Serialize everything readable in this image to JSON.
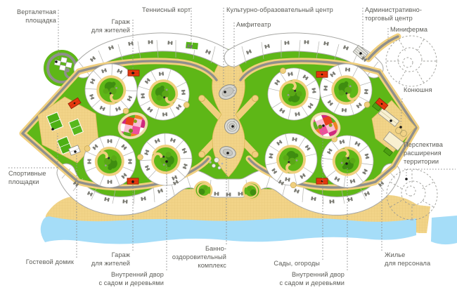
{
  "labels": {
    "helipad": {
      "text": "Верталетная\nплощадка"
    },
    "garage_top": {
      "text": "Гараж\nдля жителей"
    },
    "tennis": {
      "text": "Теннисный корт"
    },
    "culture": {
      "text": "Культурно-образовательный центр"
    },
    "amphitheater": {
      "text": "Амфитеатр"
    },
    "admin_center": {
      "text": "Административно-\nторговый центр"
    },
    "minifarm": {
      "text": "Миниферма"
    },
    "stable": {
      "text": "Конюшня"
    },
    "expansion": {
      "text": "Перспектива\nрасширения\nтерритории"
    },
    "sports": {
      "text": "Спортивные\nплощадки"
    },
    "guest_house": {
      "text": "Гостевой домик"
    },
    "garage_bottom": {
      "text": "Гараж\nдля жителей"
    },
    "courtyard_left": {
      "text": "Внутренний двор\nс садом и деревьями"
    },
    "bath_complex": {
      "text": "Банно-\nоздоровительный\nкомплекс"
    },
    "gardens": {
      "text": "Сады, огороды"
    },
    "courtyard_right": {
      "text": "Внутренний двор\nс садом и деревьями"
    },
    "staff_housing": {
      "text": "Жилье\nдля персонала"
    }
  },
  "palette": {
    "water": "#a5ddf8",
    "sand": "#f0cf7e",
    "beach": "#f4d88c",
    "lawn": "#5eb717",
    "tree_dark": "#3f8d10",
    "tree_mid": "#5aa816",
    "road": "#8f8f8c",
    "plot_line": "#a8a8a5",
    "house": "#7a7a72",
    "red": "#e8380d",
    "struct_gray": "#d6d6d0",
    "pink": "#ee4f9b",
    "pink_light": "#f9bdd3",
    "orange": "#f08324",
    "label": "#5c5c57"
  }
}
